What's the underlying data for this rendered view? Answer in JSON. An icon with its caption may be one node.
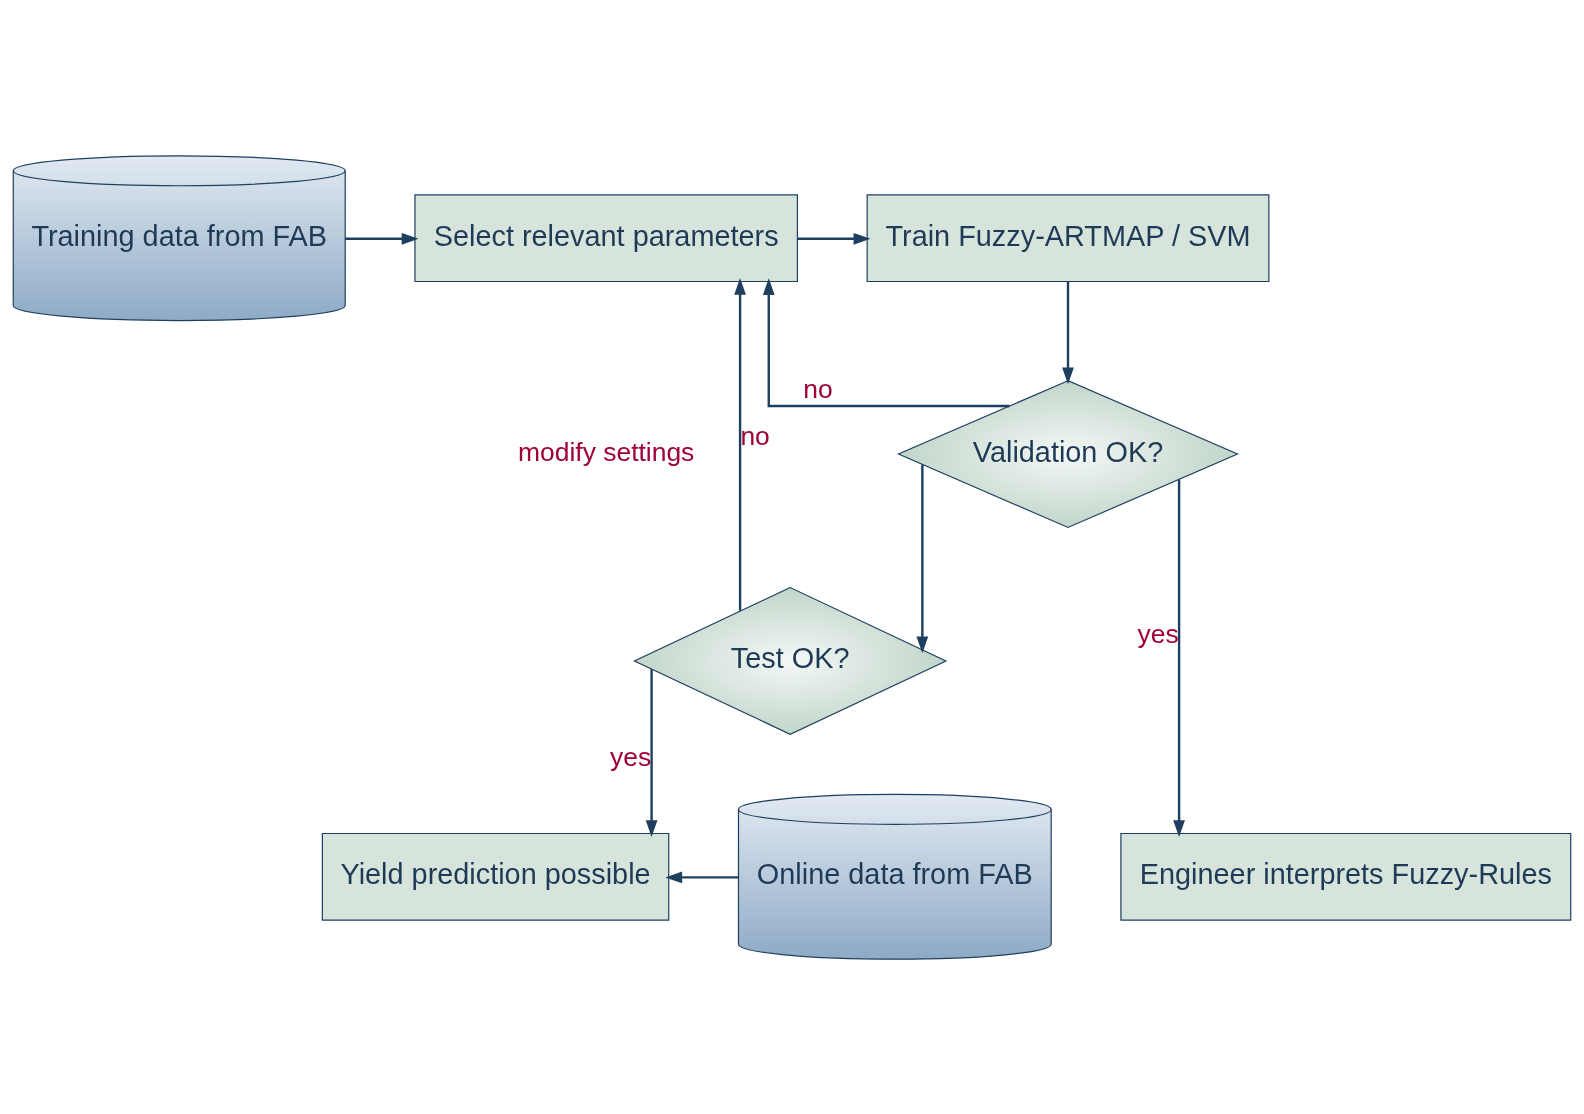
{
  "diagram": {
    "nodes": [
      {
        "text": [
          "Training data from FAB"
        ]
      },
      {
        "text": [
          "Select relevant parameters"
        ]
      },
      {
        "text": [
          "Train Fuzzy-ARTMAP / SVM"
        ]
      },
      {
        "text": [
          "Validation OK?"
        ]
      },
      {
        "text": [
          "Test OK?"
        ]
      },
      {
        "text": [
          "Online data from FAB"
        ]
      },
      {
        "text": [
          "Yield prediction possible"
        ]
      },
      {
        "text": [
          "Engineer interprets Fuzzy-Rules"
        ]
      }
    ],
    "edges": [
      {
        "from": 0,
        "to": 1,
        "arrow": "to"
      },
      {
        "from": 1,
        "to": 2,
        "arrow": "to"
      },
      {
        "from": 2,
        "to": 3,
        "arrow": "to"
      },
      {
        "from": 3,
        "to": 1,
        "arrow": "to",
        "label": "no"
      },
      {
        "from": 3,
        "to": 4,
        "arrow": "to"
      },
      {
        "from": 3,
        "to": 7,
        "arrow": "to",
        "label": "yes"
      },
      {
        "from": 4,
        "to": 1,
        "arrow": "to",
        "label": "no"
      },
      {
        "from": 4,
        "to": 6,
        "arrow": "to",
        "label": "yes"
      },
      {
        "from": 5,
        "to": 6,
        "arrow": "to"
      }
    ],
    "labels": [
      "modify settings"
    ]
  }
}
